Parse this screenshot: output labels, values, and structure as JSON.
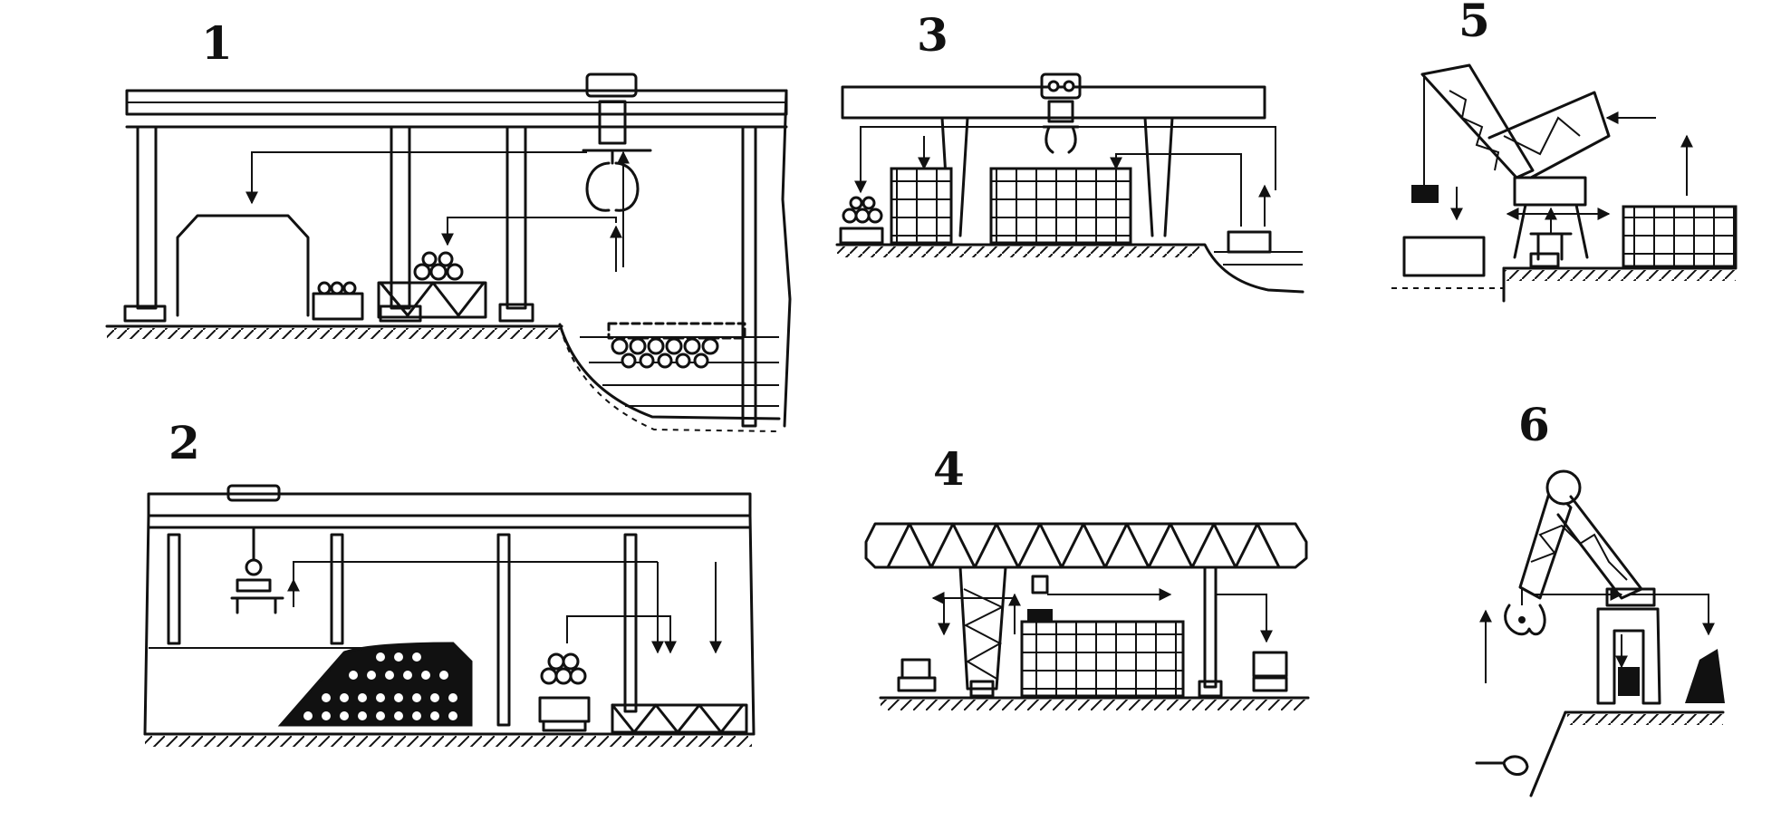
{
  "figure": {
    "panels": [
      {
        "id": "1",
        "label": "1"
      },
      {
        "id": "2",
        "label": "2"
      },
      {
        "id": "3",
        "label": "3"
      },
      {
        "id": "4",
        "label": "4"
      },
      {
        "id": "5",
        "label": "5"
      },
      {
        "id": "6",
        "label": "6"
      }
    ]
  },
  "colors": {
    "ink": "#111111",
    "paper": "#ffffff"
  }
}
